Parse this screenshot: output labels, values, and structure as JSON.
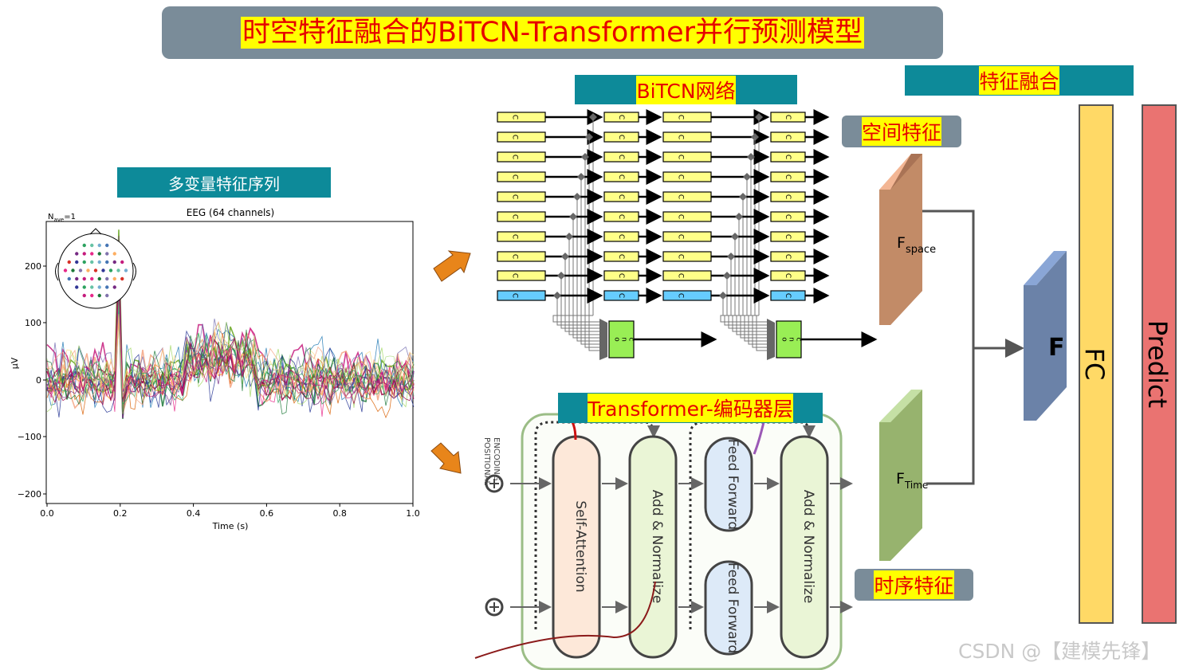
{
  "title": "时空特征融合的BiTCN-Transformer并行预测模型",
  "labels": {
    "multivariate": "多变量特征序列",
    "bitcn": "BiTCN网络",
    "fusion": "特征融合",
    "spatial": "空间特征",
    "temporal": "时序特征",
    "transformer": "Transformer-编码器层"
  },
  "eeg": {
    "title": "EEG (64 channels)",
    "nave_main": "N",
    "nave_sub": "ave",
    "nave_val": "=1",
    "ylabel": "μV",
    "xlabel": "Time (s)",
    "xticks": [
      "0.0",
      "0.2",
      "0.4",
      "0.6",
      "0.8",
      "1.0"
    ],
    "yticks": [
      "200",
      "100",
      "0",
      "−100",
      "−200"
    ]
  },
  "tcn": {
    "cell_letter": "C",
    "concat_letters": [
      "o",
      "n",
      "c"
    ]
  },
  "blocks": {
    "fspace_main": "F",
    "fspace_sub": "space",
    "ftime_main": "F",
    "ftime_sub": "Time",
    "f": "F",
    "fc": "FC",
    "predict": "Predict"
  },
  "encoder": {
    "positional": "POSITIONAL",
    "encoding": "ENCODING",
    "self_attention": "Self-Attention",
    "add_norm_1": "Add & Normalize",
    "feed_forward_1": "Feed Forward",
    "feed_forward_2": "Feed Forward",
    "add_norm_2": "Add & Normalize"
  },
  "watermark": "CSDN @【建模先锋】",
  "colors": {
    "title_bar": "#7a8c99",
    "highlight": "#ffff00",
    "highlight_text": "#e60000",
    "teal": "#0d8a99",
    "fspace": "#c8906a",
    "ftime": "#97b36e",
    "f_block": "#6b82a8",
    "fc": "#ffd966",
    "predict": "#ea7371",
    "tcn_cell": "#ffff88",
    "tcn_cell_last": "#66ccff",
    "concat": "#99ee55"
  }
}
